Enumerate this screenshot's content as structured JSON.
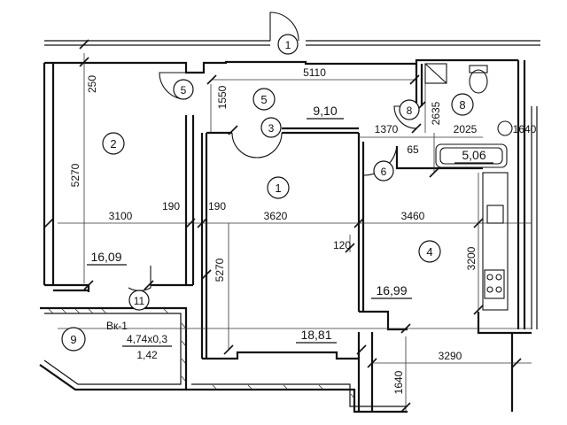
{
  "rooms": [
    {
      "id": "1",
      "label": "1"
    },
    {
      "id": "2",
      "label": "2"
    },
    {
      "id": "4",
      "label": "4"
    },
    {
      "id": "5",
      "label": "5"
    },
    {
      "id": "8",
      "label": "8"
    },
    {
      "id": "9",
      "label": "9"
    }
  ],
  "markers": [
    {
      "id": "door-1",
      "label": "1"
    },
    {
      "id": "door-3",
      "label": "3"
    },
    {
      "id": "door-5",
      "label": "5"
    },
    {
      "id": "door-6",
      "label": "6"
    },
    {
      "id": "door-8",
      "label": "8"
    },
    {
      "id": "door-11",
      "label": "11"
    }
  ],
  "areas": {
    "room1": "18,81",
    "room2": "16,09",
    "room4": "16,99",
    "room5": "9,10",
    "bath": "5,06",
    "balcony": "1,42"
  },
  "dims": {
    "d5110": "5110",
    "d250": "250",
    "d1550": "1550",
    "d5270a": "5270",
    "d5270b": "5270",
    "d3100": "3100",
    "d190a": "190",
    "d190b": "190",
    "d3620": "3620",
    "d3460": "3460",
    "d120": "120",
    "d3200": "3200",
    "d1370": "1370",
    "d2635": "2635",
    "d2025": "2025",
    "d1640a": "1640",
    "d65": "65",
    "d3290": "3290",
    "d1640b": "1640"
  },
  "window_label": "Вк-1",
  "window_size": "4,74x0,3"
}
